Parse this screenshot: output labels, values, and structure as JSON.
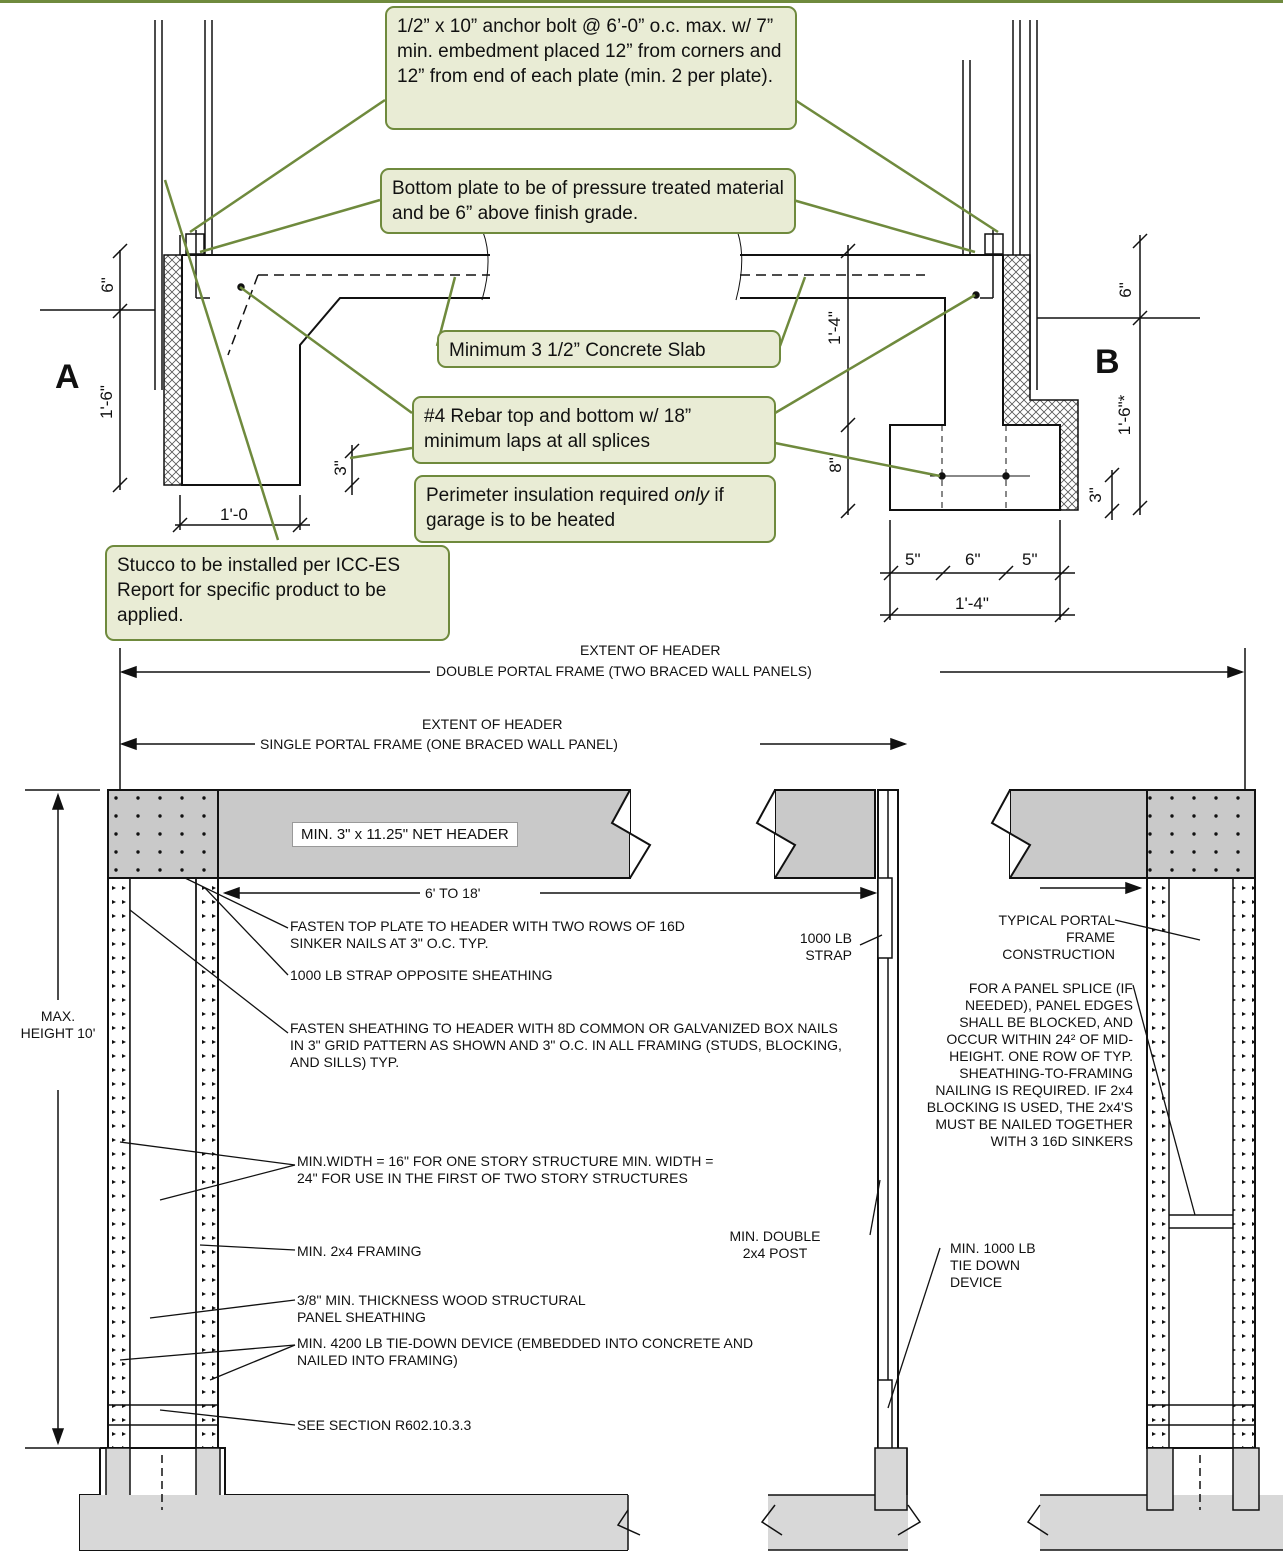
{
  "callouts": {
    "anchor_bolt": "1/2” x 10” anchor bolt @ 6’-0” o.c. max. w/ 7” min. embedment placed 12” from corners and 12” from end of each plate (min. 2 per plate).",
    "bottom_plate": "Bottom plate to be of pressure treated material and be 6” above finish grade.",
    "concrete_slab": "Minimum 3 1/2” Concrete Slab",
    "rebar": "#4 Rebar top and bottom w/ 18” minimum laps at all splices",
    "insulation_a": "Perimeter insulation required ",
    "insulation_em": "only",
    "insulation_b": " if garage is to be heated",
    "stucco": "Stucco to be installed per ICC-ES Report for specific product to be applied."
  },
  "section_labels": {
    "a": "A",
    "b": "B"
  },
  "dims_a": {
    "d1": "6\"",
    "d2": "1'-6\"",
    "d3": "3\"",
    "d4": "1'-0"
  },
  "dims_b": {
    "d1": "6\"",
    "d2": "1'-6\"*",
    "d3": "1'-4\"",
    "d4": "8\"",
    "d5": "3\"",
    "w1": "5\"",
    "w2": "6\"",
    "w3": "5\"",
    "w4": "1'-4\""
  },
  "portal": {
    "extent_double_1": "EXTENT OF HEADER",
    "extent_double_2": "DOUBLE PORTAL FRAME (TWO BRACED WALL PANELS)",
    "extent_single_1": "EXTENT OF HEADER",
    "extent_single_2": "SINGLE PORTAL FRAME (ONE BRACED WALL PANEL)",
    "header": "MIN. 3\" x 11.25\" NET HEADER",
    "span": "6' TO 18'",
    "max_height": "MAX. HEIGHT 10'",
    "fasten_top": "FASTEN TOP PLATE TO HEADER WITH TWO ROWS OF 16D SINKER NAILS AT 3\" O.C. TYP.",
    "strap_opposite": "1000 LB STRAP OPPOSITE SHEATHING",
    "fasten_sheathing": "FASTEN SHEATHING TO HEADER WITH 8D COMMON OR GALVANIZED BOX NAILS IN 3\" GRID PATTERN AS SHOWN AND 3\" O.C. IN ALL FRAMING (STUDS, BLOCKING, AND SILLS) TYP.",
    "min_width": "MIN.WIDTH = 16\" FOR ONE STORY STRUCTURE MIN. WIDTH = 24\" FOR USE IN THE FIRST OF TWO STORY STRUCTURES",
    "framing": "MIN. 2x4 FRAMING",
    "sheathing": "3/8\" MIN. THICKNESS WOOD STRUCTURAL PANEL SHEATHING",
    "tiedown": "MIN. 4200 LB TIE-DOWN DEVICE (EMBEDDED INTO CONCRETE AND NAILED INTO FRAMING)",
    "see_section": "SEE SECTION R602.10.3.3",
    "strap_1000": "1000 LB STRAP",
    "double_post": "MIN. DOUBLE 2x4 POST",
    "tiedown_1000": "MIN. 1000 LB TIE DOWN DEVICE",
    "typical": "TYPICAL PORTAL FRAME CONSTRUCTION",
    "panel_splice": "FOR A PANEL SPLICE (IF NEEDED), PANEL EDGES SHALL BE BLOCKED, AND OCCUR WITHIN 24² OF MID-HEIGHT. ONE ROW OF TYP. SHEATHING-TO-FRAMING NAILING IS REQUIRED. IF 2x4 BLOCKING IS USED, THE 2x4'S MUST BE NAILED TOGETHER WITH 3 16D SINKERS"
  },
  "colors": {
    "callout_fill": "#e9ecd5",
    "callout_border": "#6f8a3d",
    "header_fill": "#c9c9c9",
    "top_rule": "#6f8a3d"
  }
}
